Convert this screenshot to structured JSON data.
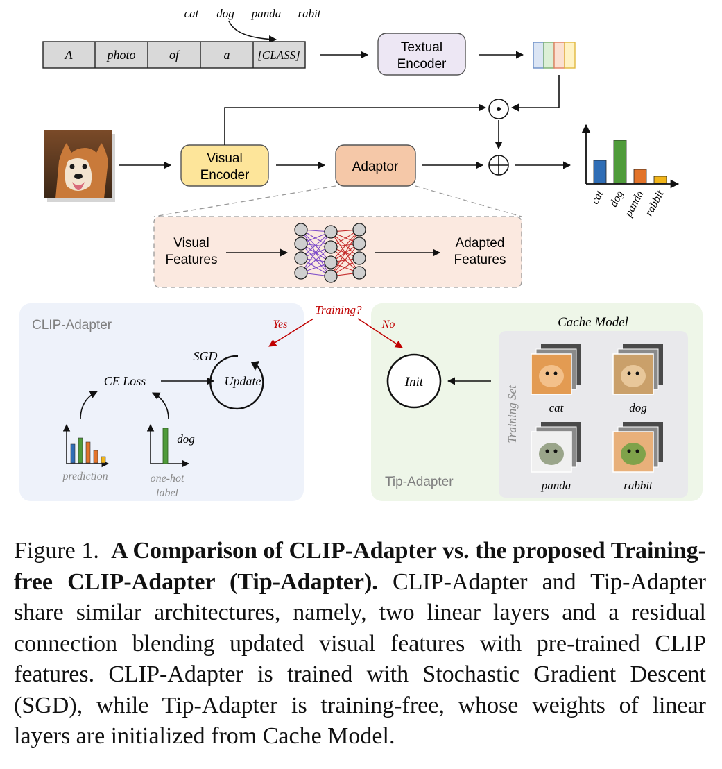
{
  "prompt": {
    "class_words": [
      "cat",
      "dog",
      "panda",
      "rabit"
    ],
    "tokens": [
      "A",
      "photo",
      "of",
      "a",
      "[CLASS]"
    ]
  },
  "blocks": {
    "textual_encoder_line1": "Textual",
    "textual_encoder_line2": "Encoder",
    "visual_encoder_line1": "Visual",
    "visual_encoder_line2": "Encoder",
    "adaptor": "Adaptor",
    "visual_features_line1": "Visual",
    "visual_features_line2": "Features",
    "adapted_features_line1": "Adapted",
    "adapted_features_line2": "Features"
  },
  "operators": {
    "dot": "⊙",
    "plus": "⊕"
  },
  "colors": {
    "textual_encoder_fill": "#ede7f4",
    "visual_encoder_fill": "#fde59a",
    "adaptor_fill": "#f5c8a8",
    "adaptor_panel_fill": "#fbe9e0",
    "clip_panel_fill": "#eef2fa",
    "tip_panel_fill": "#eef6e8",
    "cache_panel_fill": "#e9e9ec",
    "bar_blue": "#2f6db5",
    "bar_green": "#4f9b3a",
    "bar_orange": "#e2732a",
    "bar_yellow": "#f1b419",
    "red": "#c00000"
  },
  "output_chart": {
    "categories": [
      "cat",
      "dog",
      "panda",
      "rabbit"
    ],
    "values": [
      0.33,
      0.62,
      0.2,
      0.1
    ]
  },
  "training_question": "Training?",
  "branch_yes": "Yes",
  "branch_no": "No",
  "clip_adapter": {
    "title": "CLIP-Adapter",
    "sgd": "SGD",
    "update": "Update",
    "ce_loss": "CE Loss",
    "prediction": "prediction",
    "prediction_values": [
      0.45,
      0.6,
      0.5,
      0.3,
      0.15
    ],
    "dog_label": "dog",
    "one_hot_line1": "one-hot",
    "one_hot_line2": "label"
  },
  "tip_adapter": {
    "title": "Tip-Adapter",
    "init": "Init",
    "cache_model": "Cache Model",
    "training_set": "Training Set",
    "classes": [
      "cat",
      "dog",
      "panda",
      "rabbit"
    ]
  },
  "caption": {
    "lead": "Figure 1.",
    "bold": "A Comparison of CLIP-Adapter vs. the proposed Training-free CLIP-Adapter (Tip-Adapter).",
    "body": "CLIP-Adapter and Tip-Adapter share similar architectures, namely, two linear layers and a residual connection blending updated visual features with pre-trained CLIP features. CLIP-Adapter is trained with Stochastic Gradient Descent (SGD), while Tip-Adapter is training-free, whose weights of linear layers are initialized from Cache Model."
  }
}
